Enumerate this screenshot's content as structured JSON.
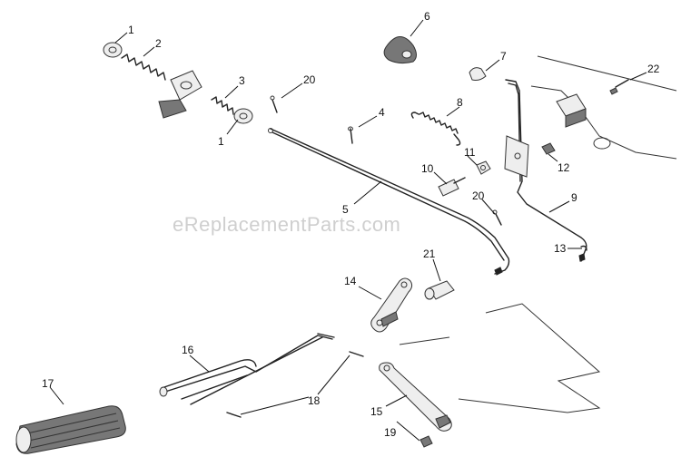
{
  "diagram": {
    "watermark": "eReplacementParts.com",
    "callouts": [
      "1",
      "2",
      "3",
      "1",
      "4",
      "5",
      "6",
      "7",
      "8",
      "9",
      "10",
      "11",
      "12",
      "13",
      "14",
      "15",
      "16",
      "17",
      "18",
      "19",
      "20",
      "20",
      "21",
      "22"
    ]
  }
}
